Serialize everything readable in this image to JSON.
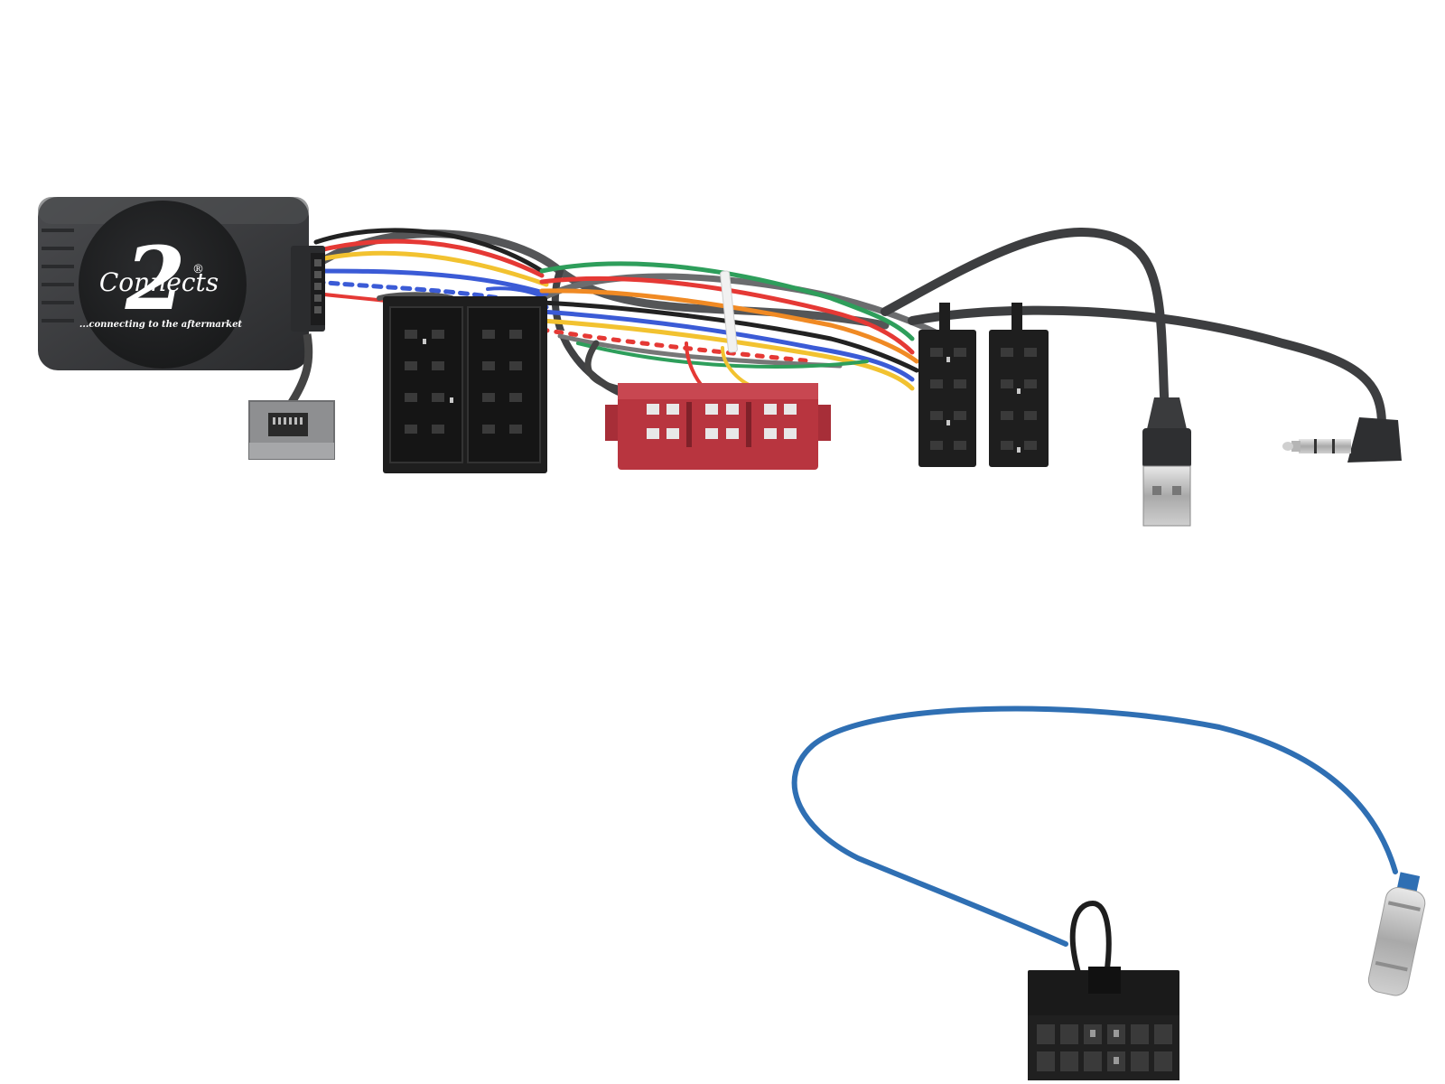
{
  "logo": {
    "brand_digit": "2",
    "brand_script": "Connects",
    "registered_mark": "®",
    "tagline": "...connecting to the aftermarket"
  },
  "colors": {
    "module_body": "#3a3b3d",
    "connector_black": "#1e1e1e",
    "connector_red": "#b8353f",
    "connector_grey": "#8e8f91",
    "cable_black": "#3d3e40",
    "cable_blue": "#2f6fb3",
    "wires": [
      "#222222",
      "#e53935",
      "#f2c230",
      "#f08a24",
      "#2e9e5b",
      "#3b5bd6",
      "#ffffff",
      "#777777"
    ]
  },
  "icons": [
    "interface-module",
    "iso-connector",
    "usb-plug",
    "audio-jack-3-5mm",
    "antenna-adapter",
    "molex-connector"
  ]
}
